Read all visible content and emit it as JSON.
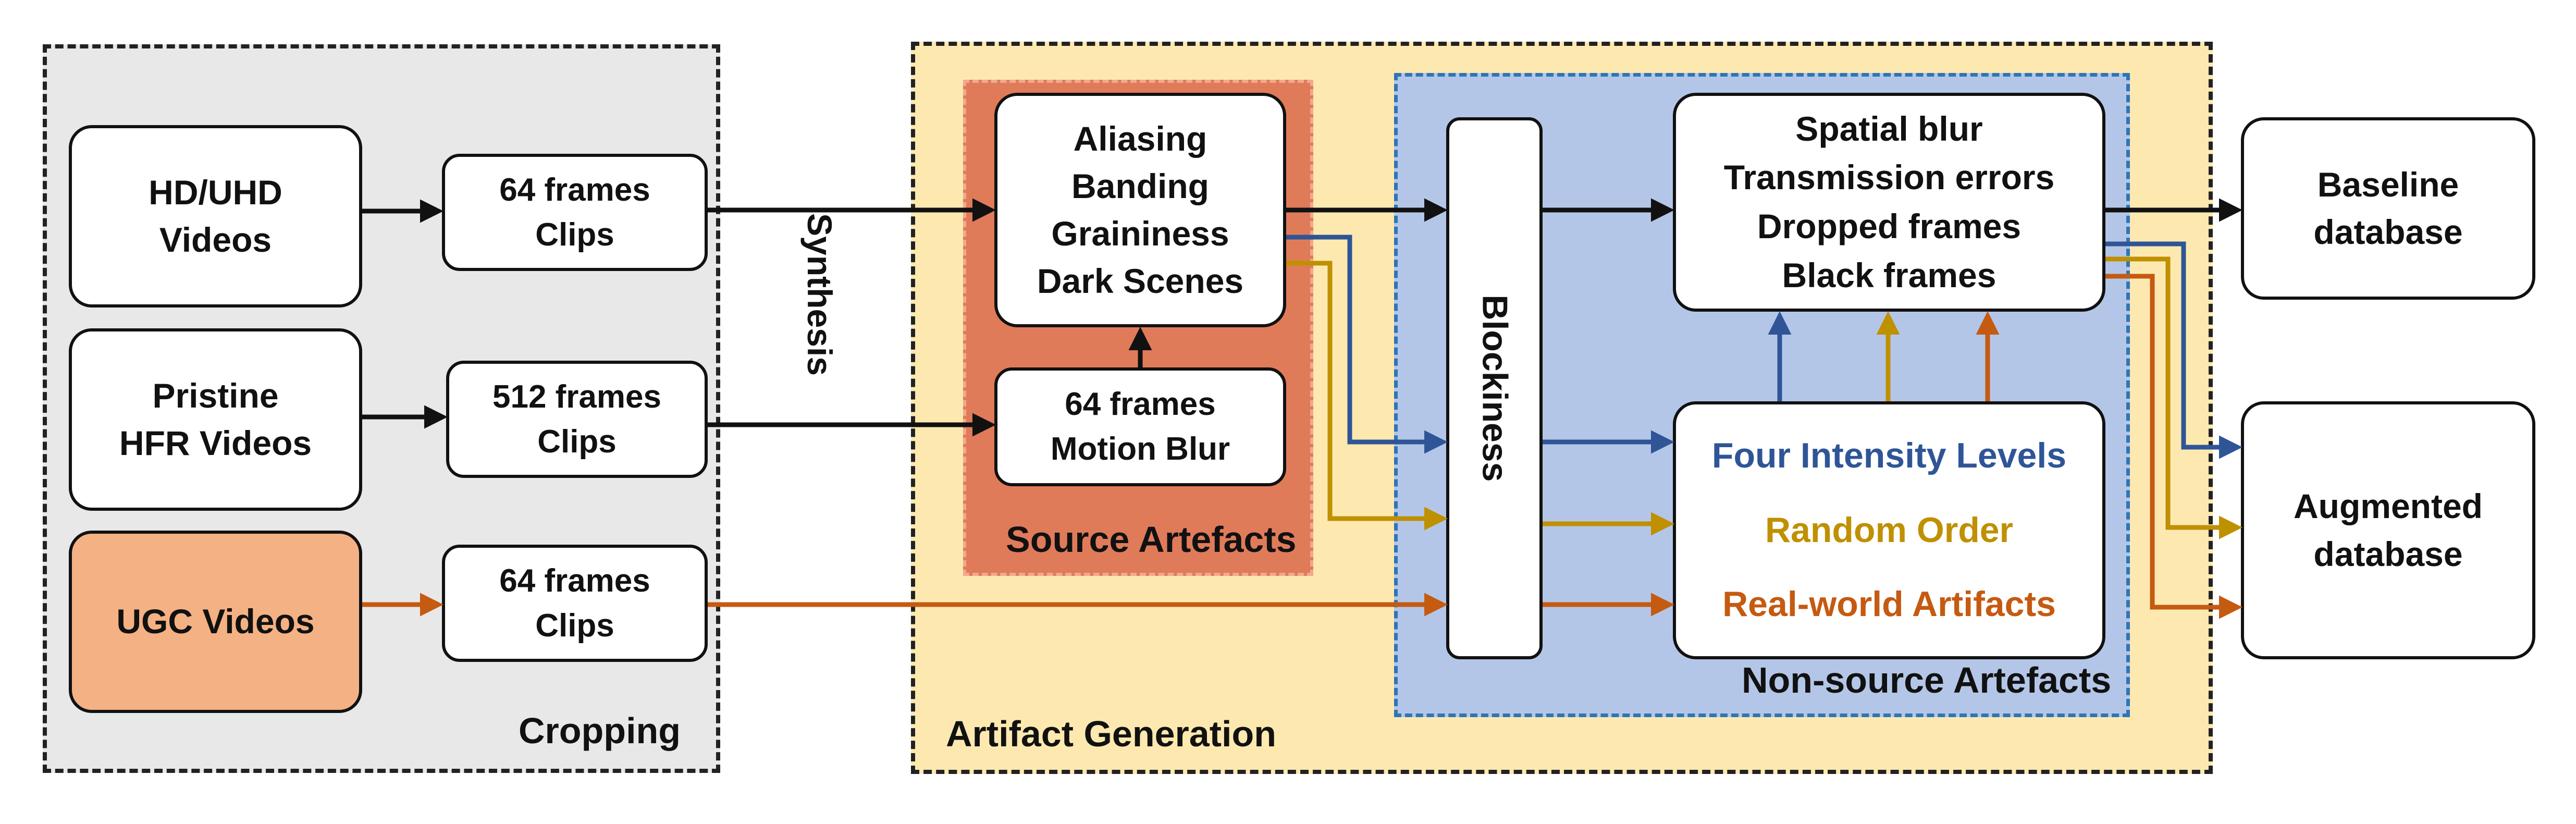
{
  "regions": {
    "cropping": "Cropping",
    "artifact_generation": "Artifact Generation",
    "source_artefacts": "Source Artefacts",
    "non_source_artefacts": "Non-source Artefacts"
  },
  "inputs": {
    "hd_uhd": "HD/UHD\nVideos",
    "pristine_hfr": "Pristine\nHFR Videos",
    "ugc": "UGC Videos"
  },
  "clips": {
    "clip1": "64 frames\nClips",
    "clip2": "512 frames\nClips",
    "clip3": "64 frames\nClips"
  },
  "synthesis": "Synthesis",
  "source": {
    "list": "Aliasing\nBanding\nGraininess\nDark Scenes",
    "motion_blur": "64 frames\nMotion Blur"
  },
  "blockiness": "Blockiness",
  "spatial": "Spatial blur\nTransmission errors\nDropped frames\nBlack frames",
  "modes": {
    "four_intensity": "Four Intensity Levels",
    "random_order": "Random Order",
    "real_world": "Real-world Artifacts"
  },
  "outputs": {
    "baseline": "Baseline\ndatabase",
    "augmented": "Augmented\ndatabase"
  },
  "colors": {
    "cropping_bg": "#e8e8e8",
    "artifact_bg": "#fde9b0",
    "source_bg": "#e07b5a",
    "nonsource_bg": "#b4c6e7",
    "ugc_box": "#f4b183",
    "blue": "#2f5597",
    "gold": "#bf9000",
    "orange": "#c55a11",
    "black": "#111111"
  }
}
